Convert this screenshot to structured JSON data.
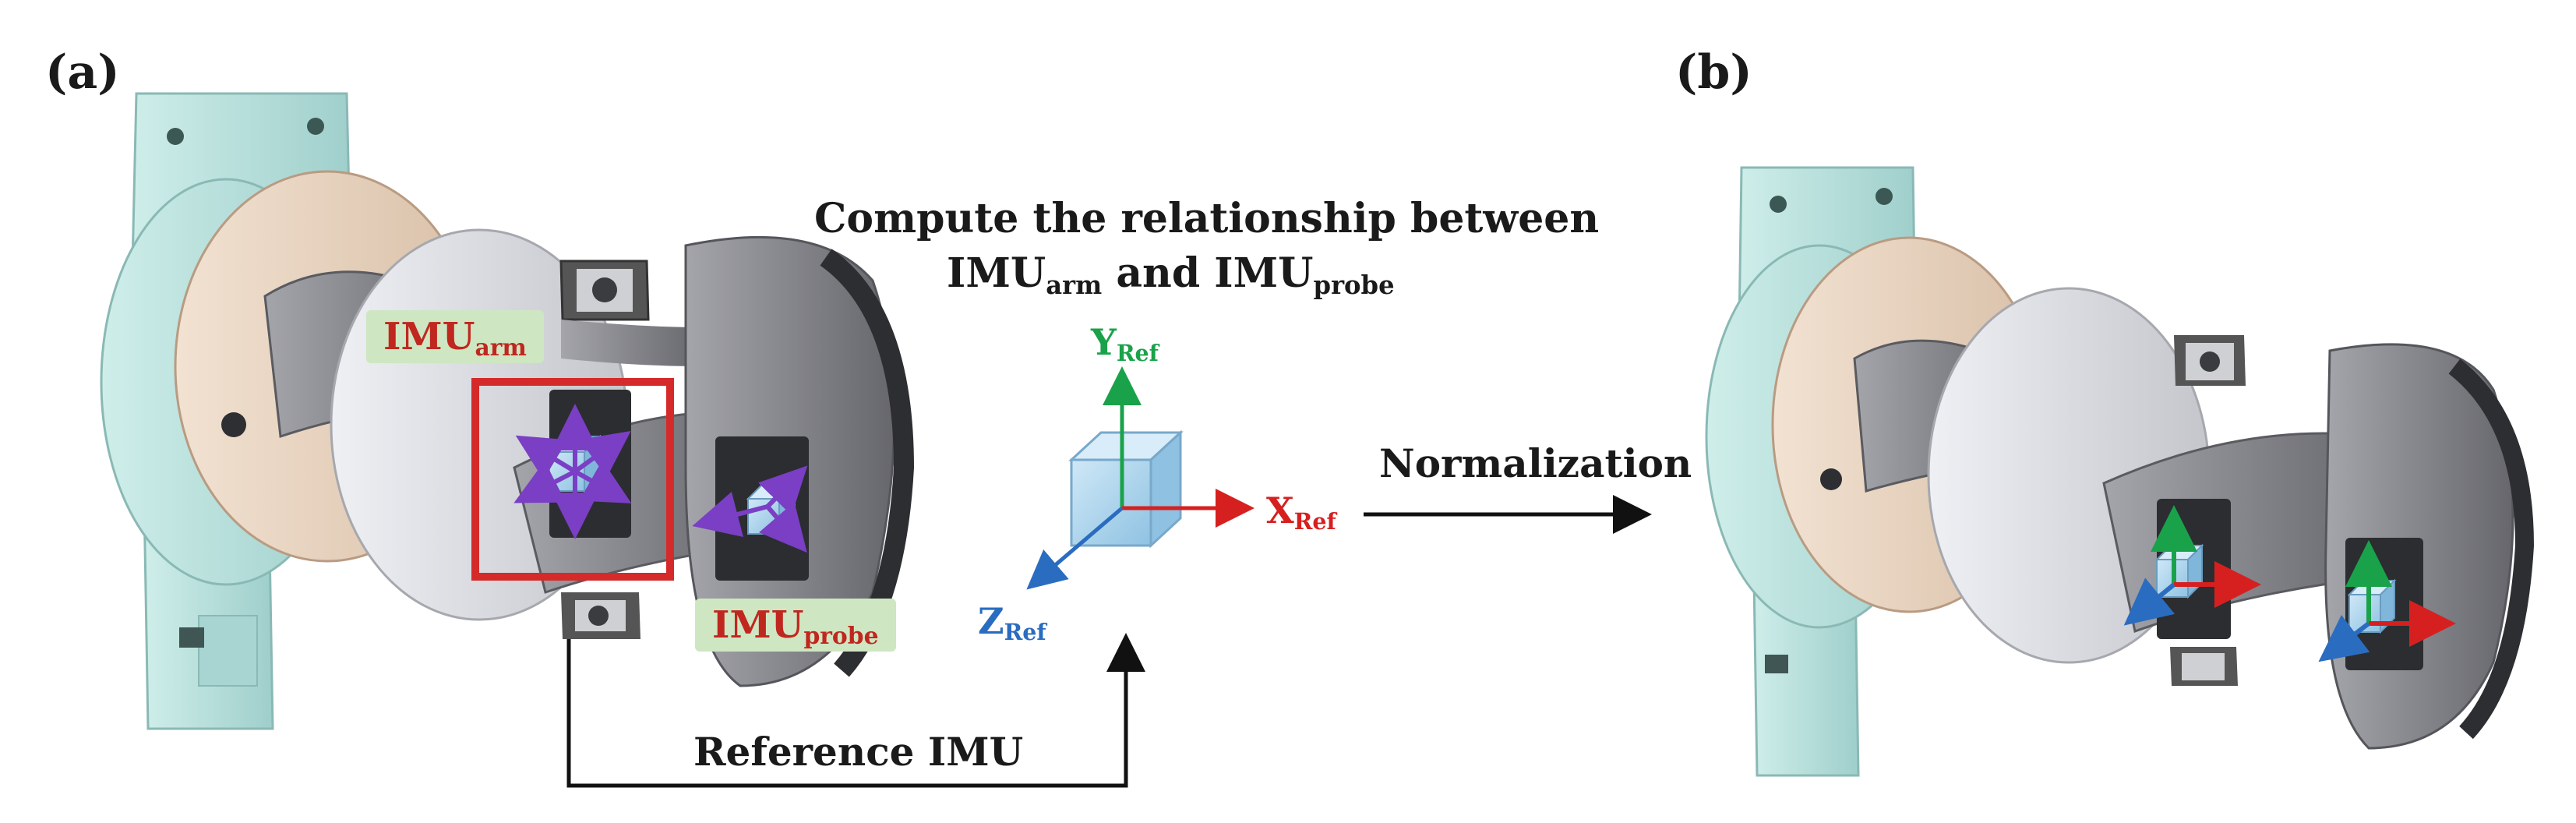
{
  "panels": {
    "a": "(a)",
    "b": "(b)"
  },
  "relationship_text": {
    "line1": "Compute the relationship between",
    "line2_prefix": "IMU",
    "line2_sub1": "arm",
    "line2_mid": " and IMU",
    "line2_sub2": "probe"
  },
  "tags": {
    "imu_arm": {
      "main": "IMU",
      "sub": "arm"
    },
    "imu_probe": {
      "main": "IMU",
      "sub": "probe"
    }
  },
  "axes": {
    "y": {
      "main": "Y",
      "sub": "Ref",
      "color": "#1aa24a"
    },
    "x": {
      "main": "X",
      "sub": "Ref",
      "color": "#d62020"
    },
    "z": {
      "main": "Z",
      "sub": "Ref",
      "color": "#2a6cc0"
    }
  },
  "normalization": "Normalization",
  "reference": "Reference IMU",
  "colors": {
    "highlight": "#d42a2a",
    "imu_arrows": "#7a3fc4",
    "mount": "#bfe3e0",
    "disc": "#ead6c4",
    "plate": "#dedfe4",
    "body_grey": "#8a8b90",
    "cube": "#a9d4ee"
  }
}
